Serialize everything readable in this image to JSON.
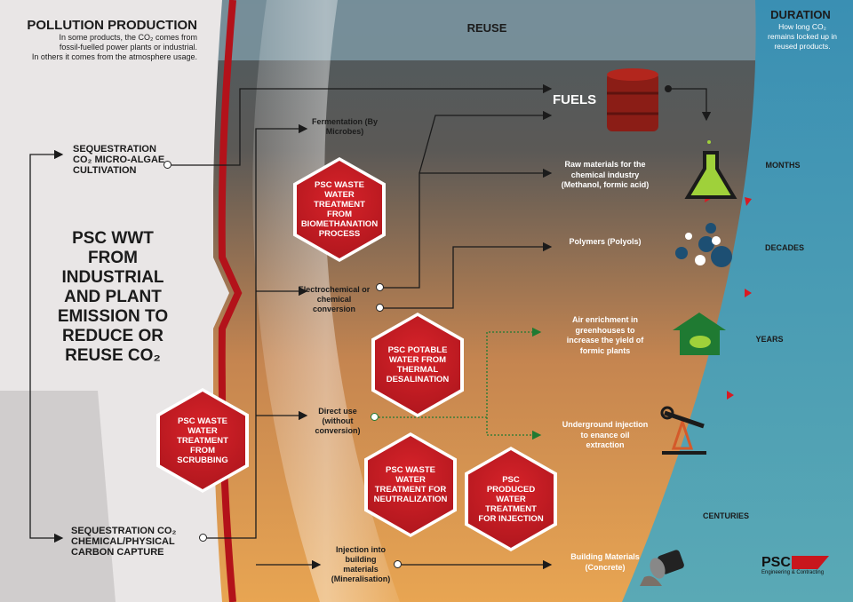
{
  "left": {
    "title": "POLLUTION PRODUCTION",
    "desc": [
      "In some products, the CO₂ comes from",
      "fossil-fuelled power plants or industrial.",
      "In others it comes from the atmosphere usage."
    ],
    "main_title": "PSC WWT FROM INDUSTRIAL AND PLANT EMISSION TO REDUCE OR REUSE CO₂",
    "sources": [
      "SEQUESTRATION CO₂ MICRO-ALGAE CULTIVATION",
      "SEQUESTRATION CO₂ CHEMICAL/PHYSICAL CARBON CAPTURE"
    ]
  },
  "reuse": {
    "title": "REUSE",
    "processes": [
      "Fermentation (By Microbes)",
      "Electrochemical or chemical conversion",
      "Direct use (without conversion)",
      "Injection into building materials (Mineralisation)"
    ]
  },
  "products": [
    "FUELS",
    "Raw materials for the chemical industry (Methanol, formic acid)",
    "Polymers (Polyols)",
    "Air enrichment in greenhouses to increase the yield of formic plants",
    "Underground injection to enance oil extraction",
    "Building Materials (Concrete)"
  ],
  "hexagons": [
    "PSC WASTE WATER TREATMENT FROM BIOMETHANATION PROCESS",
    "PSC POTABLE WATER FROM THERMAL DESALINATION",
    "PSC WASTE WATER TREATMENT FROM SCRUBBING",
    "PSC WASTE WATER TREATMENT FOR NEUTRALIZATION",
    "PSC PRODUCED WATER TREATMENT FOR INJECTION"
  ],
  "duration": {
    "title": "DURATION",
    "desc": "How long CO₂ remains locked up in reused products.",
    "levels": [
      "MONTHS",
      "DECADES",
      "YEARS",
      "CENTURIES"
    ]
  },
  "logo": {
    "name": "PSC",
    "tagline": "Engineering & Contracting"
  },
  "colors": {
    "red": "#c8161d",
    "blue": "#3f93b5",
    "orange": "#d98a45",
    "green": "#1f7a32"
  }
}
